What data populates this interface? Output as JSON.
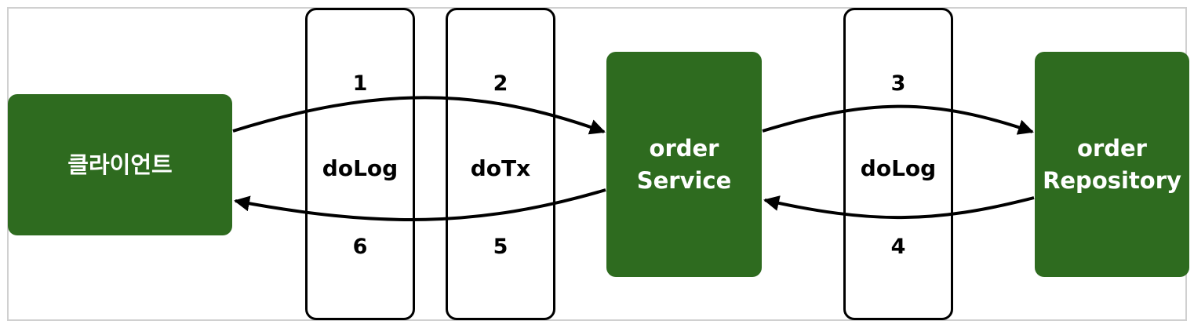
{
  "nodes": {
    "client": {
      "label": "클라이언트"
    },
    "order_service": {
      "line1": "order",
      "line2": "Service"
    },
    "order_repository": {
      "line1": "order",
      "line2": "Repository"
    }
  },
  "proxies": [
    {
      "label": "doLog",
      "top_step": "1",
      "bottom_step": "6"
    },
    {
      "label": "doTx",
      "top_step": "2",
      "bottom_step": "5"
    },
    {
      "label": "doLog",
      "top_step": "3",
      "bottom_step": "4"
    }
  ],
  "colors": {
    "node_fill": "#2e6b1f",
    "node_text": "#ffffff",
    "proxy_border": "#000000",
    "arrow": "#000000"
  }
}
